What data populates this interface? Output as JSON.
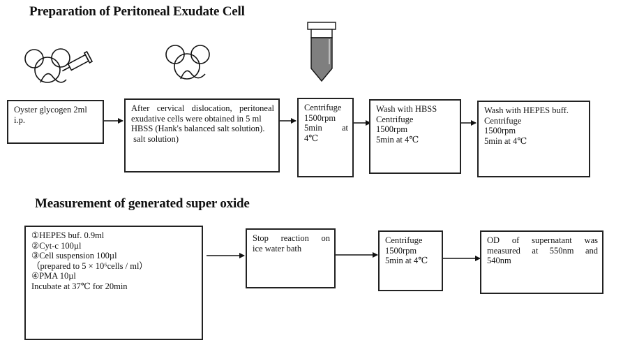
{
  "sections": {
    "preparation": {
      "title": "Preparation of Peritoneal Exudate Cell",
      "illustrations": [
        "mouse-with-syringe-icon",
        "mouse-icon",
        "centrifuge-tube-icon"
      ],
      "steps": [
        {
          "lines": [
            "Oyster glycogen 2ml",
            "i.p."
          ]
        },
        {
          "lines": [
            "After cervical dislocation, peritoneal",
            "exudative cells were obtained in 5 ml",
            "HBSS (Hank's balanced salt solution).",
            " salt solution)"
          ]
        },
        {
          "lines": [
            "Centrifuge",
            "1500rpm",
            "5min at",
            "4℃"
          ]
        },
        {
          "lines": [
            "Wash with HBSS",
            "Centrifuge",
            "1500rpm",
            "5min at 4℃"
          ]
        },
        {
          "lines": [
            "Wash with HEPES buff.",
            "Centrifuge",
            "1500rpm",
            "5min at 4℃"
          ]
        }
      ]
    },
    "measurement": {
      "title": "Measurement of generated super oxide",
      "steps": [
        {
          "lines": [
            "①HEPES buf. 0.9ml",
            "②Cyt-c 100µl",
            "③Cell suspension 100µl",
            "（prepared to 5 × 10⁶cells / ml）",
            "④PMA 10µl",
            "Incubate at 37℃ for 20min"
          ]
        },
        {
          "lines": [
            "Stop reaction on",
            "ice water bath"
          ]
        },
        {
          "lines": [
            "Centrifuge",
            "1500rpm",
            "5min at 4℃"
          ]
        },
        {
          "lines": [
            "OD of supernatant was",
            "measured at 550nm and",
            "540nm"
          ]
        }
      ]
    }
  },
  "colors": {
    "stroke": "#222222",
    "tube_fill": "#7f7f7f",
    "background": "#ffffff"
  }
}
